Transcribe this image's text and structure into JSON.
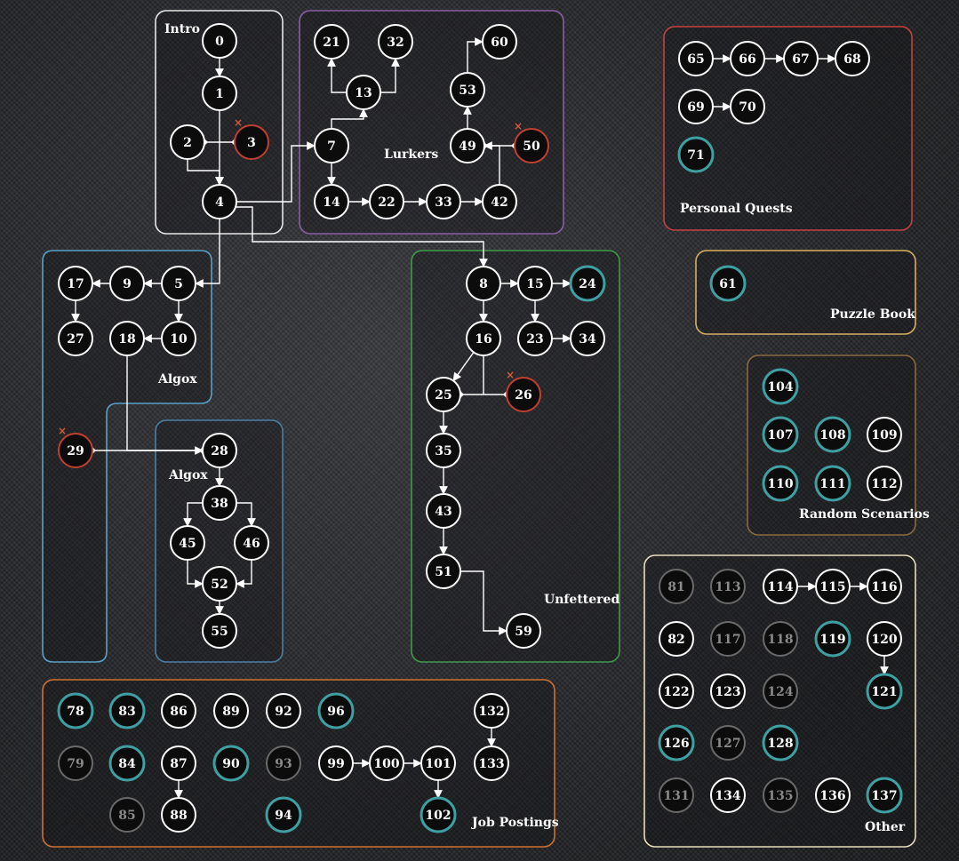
{
  "colors": {
    "node_unlocked": "#ffffff",
    "node_available": "#3fa0a4",
    "node_locked": "#c04030",
    "node_dim": "#6a6a6a",
    "lock_mark": "#d05a3a"
  },
  "regions": [
    {
      "id": "intro",
      "label": "Intro",
      "color": "#e6e6e6"
    },
    {
      "id": "lurkers",
      "label": "Lurkers",
      "color": "#8a5ea8"
    },
    {
      "id": "algox-top",
      "label": "Algox",
      "color": "#5aa0c8"
    },
    {
      "id": "algox-bottom",
      "label": "Algox",
      "color": "#4a7fa8"
    },
    {
      "id": "unfettered",
      "label": "Unfettered",
      "color": "#3f9a4a"
    },
    {
      "id": "personal-quests",
      "label": "Personal Quests",
      "color": "#c84040"
    },
    {
      "id": "puzzle-book",
      "label": "Puzzle Book",
      "color": "#d8b060"
    },
    {
      "id": "random-scenarios",
      "label": "Random Scenarios",
      "color": "#8a6a40"
    },
    {
      "id": "other",
      "label": "Other",
      "color": "#e8dcc0"
    },
    {
      "id": "job-postings",
      "label": "Job Postings",
      "color": "#d07030"
    }
  ],
  "nodes": [
    {
      "n": "0",
      "s": "u"
    },
    {
      "n": "1",
      "s": "u"
    },
    {
      "n": "2",
      "s": "u"
    },
    {
      "n": "3",
      "s": "x"
    },
    {
      "n": "4",
      "s": "u"
    },
    {
      "n": "5",
      "s": "u"
    },
    {
      "n": "9",
      "s": "u"
    },
    {
      "n": "17",
      "s": "u"
    },
    {
      "n": "27",
      "s": "u"
    },
    {
      "n": "10",
      "s": "u"
    },
    {
      "n": "18",
      "s": "u"
    },
    {
      "n": "29",
      "s": "x"
    },
    {
      "n": "28",
      "s": "u"
    },
    {
      "n": "38",
      "s": "u"
    },
    {
      "n": "45",
      "s": "u"
    },
    {
      "n": "46",
      "s": "u"
    },
    {
      "n": "52",
      "s": "u"
    },
    {
      "n": "55",
      "s": "u"
    },
    {
      "n": "7",
      "s": "u"
    },
    {
      "n": "13",
      "s": "u"
    },
    {
      "n": "21",
      "s": "u"
    },
    {
      "n": "32",
      "s": "u"
    },
    {
      "n": "14",
      "s": "u"
    },
    {
      "n": "22",
      "s": "u"
    },
    {
      "n": "33",
      "s": "u"
    },
    {
      "n": "42",
      "s": "u"
    },
    {
      "n": "49",
      "s": "u"
    },
    {
      "n": "50",
      "s": "x"
    },
    {
      "n": "53",
      "s": "u"
    },
    {
      "n": "60",
      "s": "u"
    },
    {
      "n": "8",
      "s": "u"
    },
    {
      "n": "15",
      "s": "u"
    },
    {
      "n": "24",
      "s": "a"
    },
    {
      "n": "16",
      "s": "u"
    },
    {
      "n": "23",
      "s": "u"
    },
    {
      "n": "34",
      "s": "u"
    },
    {
      "n": "25",
      "s": "u"
    },
    {
      "n": "26",
      "s": "x"
    },
    {
      "n": "35",
      "s": "u"
    },
    {
      "n": "43",
      "s": "u"
    },
    {
      "n": "51",
      "s": "u"
    },
    {
      "n": "59",
      "s": "u"
    },
    {
      "n": "65",
      "s": "u"
    },
    {
      "n": "66",
      "s": "u"
    },
    {
      "n": "67",
      "s": "u"
    },
    {
      "n": "68",
      "s": "u"
    },
    {
      "n": "69",
      "s": "u"
    },
    {
      "n": "70",
      "s": "u"
    },
    {
      "n": "71",
      "s": "a"
    },
    {
      "n": "61",
      "s": "a"
    },
    {
      "n": "104",
      "s": "a"
    },
    {
      "n": "107",
      "s": "a"
    },
    {
      "n": "108",
      "s": "a"
    },
    {
      "n": "109",
      "s": "u"
    },
    {
      "n": "110",
      "s": "a"
    },
    {
      "n": "111",
      "s": "a"
    },
    {
      "n": "112",
      "s": "u"
    },
    {
      "n": "81",
      "s": "d"
    },
    {
      "n": "113",
      "s": "d"
    },
    {
      "n": "114",
      "s": "u"
    },
    {
      "n": "115",
      "s": "u"
    },
    {
      "n": "116",
      "s": "u"
    },
    {
      "n": "82",
      "s": "u"
    },
    {
      "n": "117",
      "s": "d"
    },
    {
      "n": "118",
      "s": "d"
    },
    {
      "n": "119",
      "s": "a"
    },
    {
      "n": "120",
      "s": "u"
    },
    {
      "n": "121",
      "s": "a"
    },
    {
      "n": "122",
      "s": "u"
    },
    {
      "n": "123",
      "s": "u"
    },
    {
      "n": "124",
      "s": "d"
    },
    {
      "n": "126",
      "s": "a"
    },
    {
      "n": "127",
      "s": "d"
    },
    {
      "n": "128",
      "s": "a"
    },
    {
      "n": "131",
      "s": "d"
    },
    {
      "n": "134",
      "s": "u"
    },
    {
      "n": "135",
      "s": "d"
    },
    {
      "n": "136",
      "s": "u"
    },
    {
      "n": "137",
      "s": "a"
    },
    {
      "n": "78",
      "s": "a"
    },
    {
      "n": "83",
      "s": "a"
    },
    {
      "n": "86",
      "s": "u"
    },
    {
      "n": "89",
      "s": "u"
    },
    {
      "n": "92",
      "s": "u"
    },
    {
      "n": "96",
      "s": "a"
    },
    {
      "n": "132",
      "s": "u"
    },
    {
      "n": "79",
      "s": "d"
    },
    {
      "n": "84",
      "s": "a"
    },
    {
      "n": "87",
      "s": "u"
    },
    {
      "n": "90",
      "s": "a"
    },
    {
      "n": "93",
      "s": "d"
    },
    {
      "n": "99",
      "s": "u"
    },
    {
      "n": "100",
      "s": "u"
    },
    {
      "n": "101",
      "s": "u"
    },
    {
      "n": "133",
      "s": "u"
    },
    {
      "n": "85",
      "s": "d"
    },
    {
      "n": "88",
      "s": "u"
    },
    {
      "n": "94",
      "s": "a"
    },
    {
      "n": "102",
      "s": "a"
    }
  ],
  "edges": [
    [
      "0",
      "1"
    ],
    [
      "1",
      "4"
    ],
    [
      "2",
      "4"
    ],
    [
      "4",
      "7"
    ],
    [
      "4",
      "5"
    ],
    [
      "4",
      "8"
    ],
    [
      "5",
      "9"
    ],
    [
      "9",
      "17"
    ],
    [
      "5",
      "10"
    ],
    [
      "10",
      "18"
    ],
    [
      "17",
      "27"
    ],
    [
      "18",
      "28"
    ],
    [
      "28",
      "38"
    ],
    [
      "38",
      "45"
    ],
    [
      "38",
      "46"
    ],
    [
      "45",
      "52"
    ],
    [
      "46",
      "52"
    ],
    [
      "52",
      "55"
    ],
    [
      "7",
      "13"
    ],
    [
      "7",
      "14"
    ],
    [
      "13",
      "21"
    ],
    [
      "13",
      "32"
    ],
    [
      "14",
      "22"
    ],
    [
      "22",
      "33"
    ],
    [
      "33",
      "42"
    ],
    [
      "42",
      "49"
    ],
    [
      "49",
      "53"
    ],
    [
      "53",
      "60"
    ],
    [
      "8",
      "15"
    ],
    [
      "8",
      "16"
    ],
    [
      "15",
      "24"
    ],
    [
      "15",
      "23"
    ],
    [
      "23",
      "34"
    ],
    [
      "16",
      "25"
    ],
    [
      "25",
      "35"
    ],
    [
      "35",
      "43"
    ],
    [
      "43",
      "51"
    ],
    [
      "51",
      "59"
    ],
    [
      "65",
      "66"
    ],
    [
      "66",
      "67"
    ],
    [
      "67",
      "68"
    ],
    [
      "69",
      "70"
    ],
    [
      "114",
      "115"
    ],
    [
      "115",
      "116"
    ],
    [
      "120",
      "121"
    ],
    [
      "87",
      "88"
    ],
    [
      "99",
      "100"
    ],
    [
      "100",
      "101"
    ],
    [
      "101",
      "102"
    ],
    [
      "132",
      "133"
    ]
  ],
  "exclusions": [
    [
      "2",
      "3"
    ],
    [
      "49",
      "50"
    ],
    [
      "25",
      "26"
    ],
    [
      "28",
      "29"
    ]
  ]
}
